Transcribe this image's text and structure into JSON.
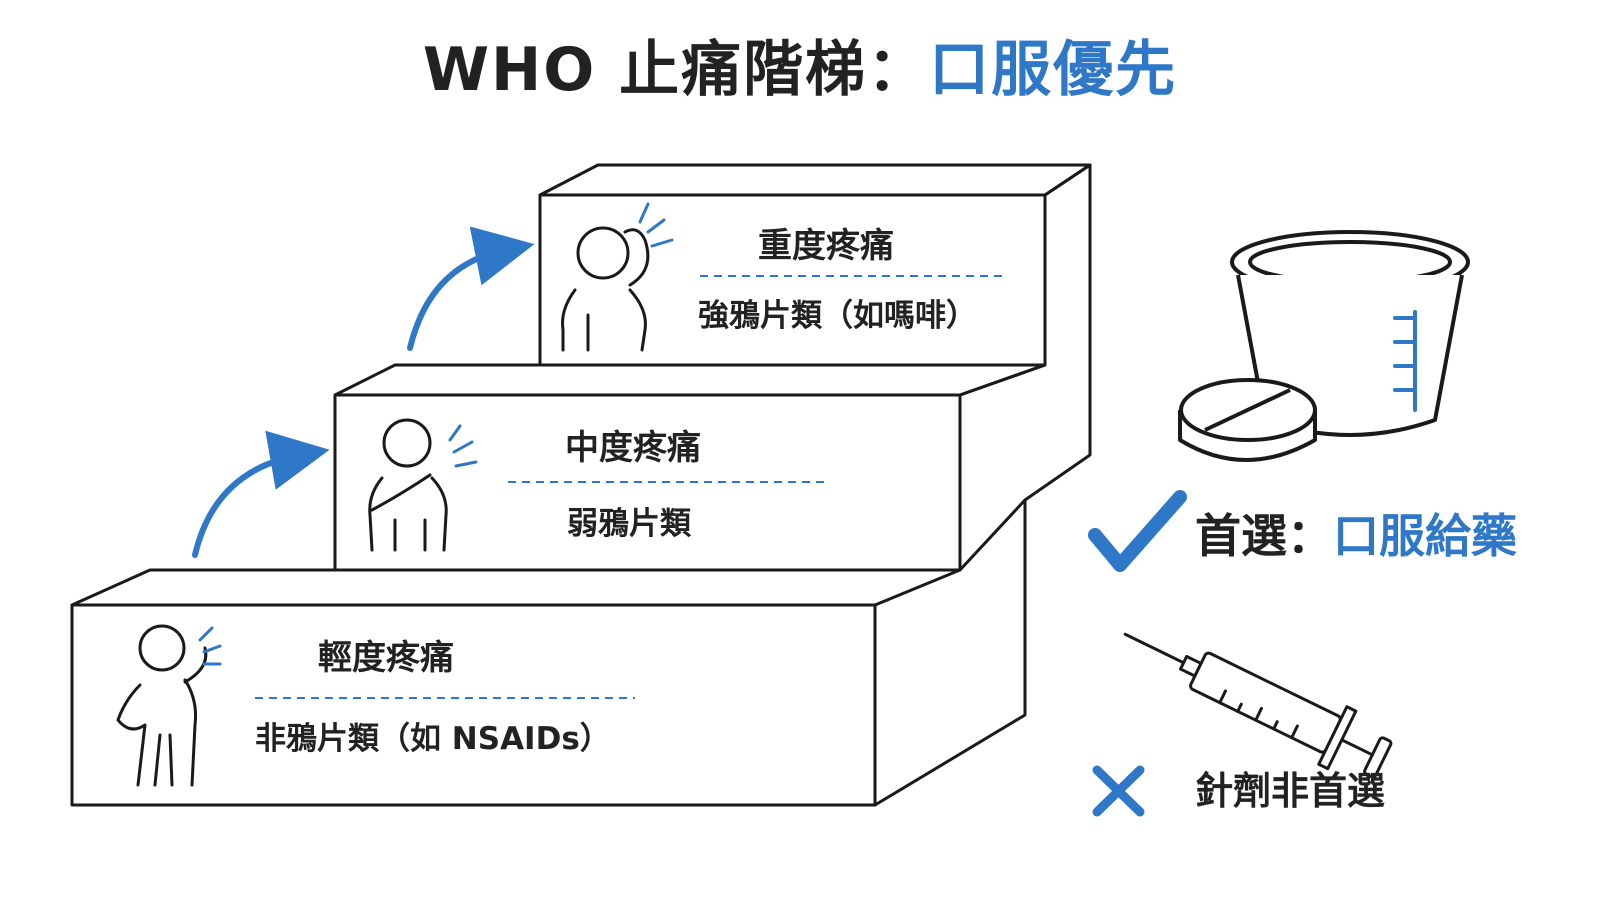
{
  "title": {
    "main": "WHO 止痛階梯：",
    "accent": "口服優先"
  },
  "steps": [
    {
      "level": "輕度疼痛",
      "drug": "非鴉片類（如 NSAIDs）"
    },
    {
      "level": "中度疼痛",
      "drug": "弱鴉片類"
    },
    {
      "level": "重度疼痛",
      "drug": "強鴉片類（如嗎啡）"
    }
  ],
  "recommendation": {
    "prefix": "首選：",
    "accent": "口服給藥"
  },
  "not_recommended": "針劑非首選",
  "colors": {
    "accent": "#2f78c8",
    "line": "#1a1a1a",
    "text": "#222222"
  },
  "icons": [
    "check-icon",
    "cross-icon",
    "medicine-cup-icon",
    "pill-icon",
    "syringe-icon",
    "person-pain-icon",
    "up-arrow-icon"
  ]
}
